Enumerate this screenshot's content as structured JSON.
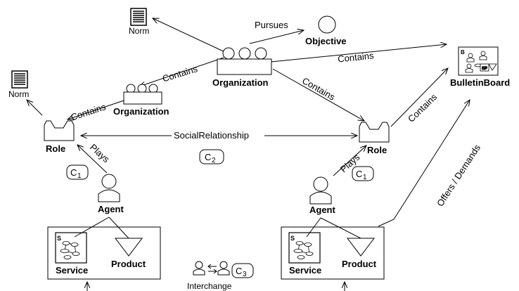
{
  "nodes": {
    "norm_top": "Norm",
    "norm_left": "Norm",
    "objective": "Objective",
    "organization_main": "Organization",
    "organization_sub": "Organization",
    "bulletin_board": "BulletinBoard",
    "bulletin_badge": "B",
    "role_left": "Role",
    "role_right": "Role",
    "agent_left": "Agent",
    "agent_right": "Agent",
    "service_left": "Service",
    "product_left": "Product",
    "service_right": "Service",
    "product_right": "Product",
    "service_badge_left": "S",
    "service_badge_right": "S",
    "interchange": "Interchange"
  },
  "edges": {
    "pursues": "Pursues",
    "contains_org_to_org": "Contains",
    "contains_org_to_bulletin": "Contains",
    "contains_org_to_role": "Contains",
    "contains_sub_to_role": "Contains",
    "contains_role_to_bulletin": "Contains",
    "social_relationship": "SocialRelationship",
    "plays_left": "Plays",
    "plays_right": "Plays",
    "offers_demands": "Offers / Demands"
  },
  "constraints": {
    "c1_left": {
      "letter": "C",
      "sub": "1"
    },
    "c2": {
      "letter": "C",
      "sub": "2"
    },
    "c1_right": {
      "letter": "C",
      "sub": "1"
    },
    "c3": {
      "letter": "C",
      "sub": "3"
    }
  }
}
